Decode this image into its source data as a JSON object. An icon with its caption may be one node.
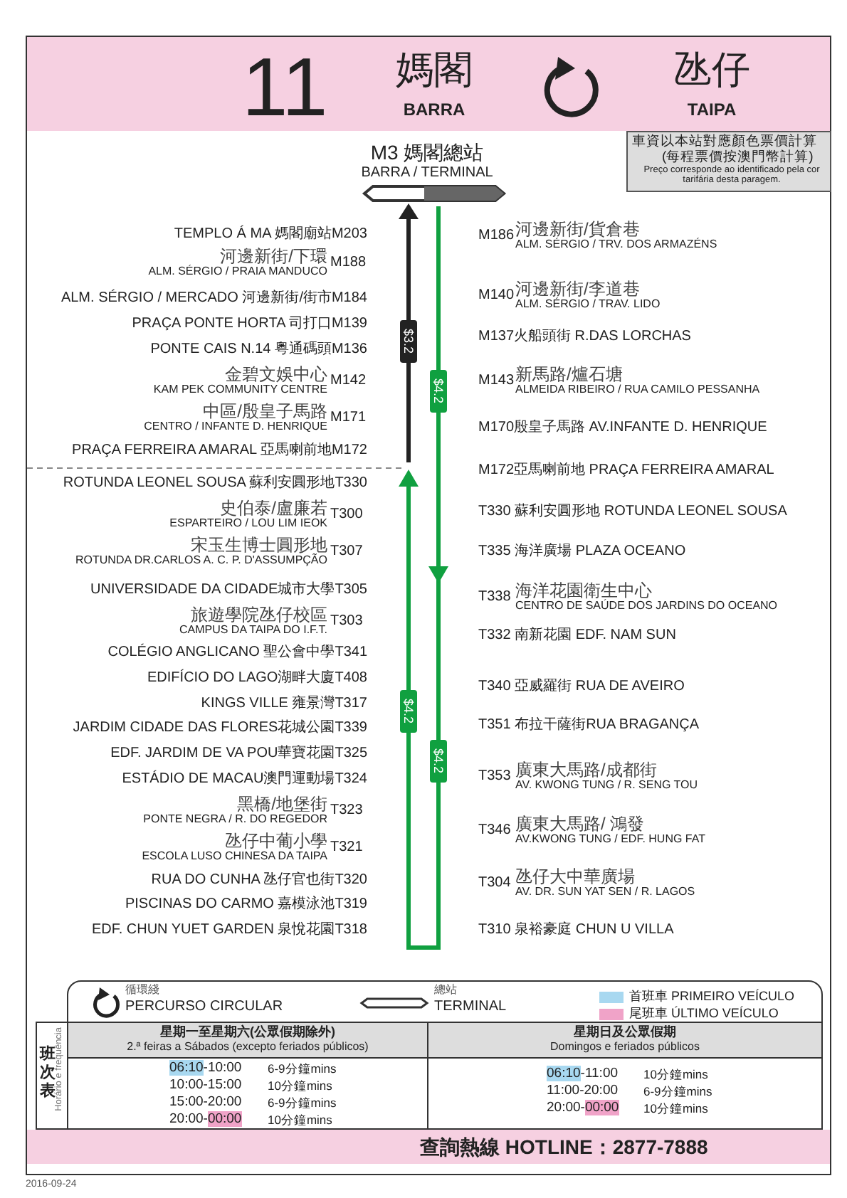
{
  "diagram": {
    "labels": [
      "11",
      "媽閣",
      "BARRA",
      "氹仔",
      "TAIPA",
      "M3 媽閣總站",
      "BARRA / TERMINAL",
      "車資以本站對應顏色票價計算",
      "(每程票價按澳門幣計算)",
      "Preço corresponde ao identificado pela cor tarifária desta paragem.",
      "TEMPLO Á MA 媽閣廟站M203",
      "河邊新街/下環",
      "ALM. SÉRGIO / PRAIA MANDUCO",
      "M188",
      "ALM. SÉRGIO / MERCADO 河邊新街/街市M184",
      "PRAÇA PONTE HORTA 司打口M139",
      "PONTE CAIS N.14 粵通碼頭M136",
      "金碧文娛中心",
      "KAM PEK COMMUNITY CENTRE",
      "M142",
      "中區/殷皇子馬路",
      "CENTRO / INFANTE D. HENRIQUE",
      "M171",
      "PRAÇA FERREIRA AMARAL 亞馬喇前地M172",
      "ROTUNDA LEONEL SOUSA 蘇利安圓形地T330",
      "史伯泰/盧廉若",
      "ESPARTEIRO / LOU LIM IEOK",
      "T300",
      "宋玉生博士圓形地",
      "ROTUNDA DR.CARLOS A. C. P. D'ASSUMPÇÃO",
      "T307",
      "UNIVERSIDADE DA CIDADE城市大學T305",
      "旅遊學院氹仔校區",
      "CAMPUS DA TAIPA DO I.F.T.",
      "T303",
      "COLÉGIO ANGLICANO 聖公會中學T341",
      "EDIFÍCIO DO LAGO湖畔大廈T408",
      "KINGS VILLE 雍景灣T317",
      "JARDIM CIDADE DAS FLORES花城公園T339",
      "EDF. JARDIM DE VA POU華寶花園T325",
      "ESTÁDIO DE MACAU澳門運動場T324",
      "黑橋/地堡街",
      "PONTE NEGRA / R. DO REGEDOR",
      "T323",
      "氹仔中葡小學",
      "ESCOLA LUSO CHINESA DA TAIPA",
      "T321",
      "RUA DO CUNHA 氹仔官也街T320",
      "PISCINAS DO CARMO 嘉模泳池T319",
      "EDF. CHUN YUET GARDEN 泉悅花園T318",
      "M186",
      "河邊新街/貨倉巷",
      "ALM. SÉRGIO / TRV. DOS ARMAZÉNS",
      "M140",
      "河邊新街/李道巷",
      "ALM. SÉRGIO / TRAV. LIDO",
      "M137火船頭街 R.DAS LORCHAS",
      "M143",
      "新馬路/爐石塘",
      "ALMEIDA RIBEIRO / RUA CAMILO PESSANHA",
      "M170殷皇子馬路 AV.INFANTE D. HENRIQUE",
      "M172亞馬喇前地 PRAÇA FERREIRA AMARAL",
      "T330 蘇利安圓形地 ROTUNDA LEONEL SOUSA",
      "T335 海洋廣場 PLAZA OCEANO",
      "T338",
      "海洋花園衛生中心",
      "CENTRO DE SAÚDE DOS JARDINS DO OCEANO",
      "T332 南新花園 EDF. NAM SUN",
      "T340 亞威羅街 RUA DE AVEIRO",
      "T351 布拉干薩街RUA BRAGANÇA",
      "T353",
      "廣東大馬路/成都街",
      "AV. KWONG TUNG / R. SENG TOU",
      "T346",
      "廣東大馬路/ 鴻發",
      "AV.KWONG TUNG / EDF. HUNG FAT",
      "T304",
      "氹仔大中華廣場",
      "AV. DR. SUN YAT SEN / R. LAGOS",
      "T310 泉裕豪庭 CHUN U VILLA",
      "$3.2",
      "$4.2",
      "$4.2",
      "$4.2",
      "循環綫",
      "PERCURSO CIRCULAR",
      "總站",
      "TERMINAL",
      "班次表",
      "Horário e frequência",
      "星期一至星期六(公眾假期除外)",
      "2.ª feiras a Sábados (excepto feriados públicos)",
      "星期日及公眾假期",
      "Domingos e feriados públicos",
      "06:10-10:00",
      "6-9分鐘mins",
      "10:00-15:00",
      "10分鐘mins",
      "15:00-20:00",
      "6-9分鐘mins",
      "20:00-00:00",
      "10分鐘mins",
      "06:10-11:00",
      "10分鐘mins",
      "11:00-20:00",
      "6-9分鐘mins",
      "20:00-00:00",
      "10分鐘mins",
      "查詢熱線 HOTLINE：2877-7888",
      "2016-09-24"
    ],
    "legend": [
      {
        "text": "首班車 PRIMEIRO VEÍCULO",
        "color": "#a8d8f0"
      },
      {
        "text": "尾班車 ÚLTIMO VEÍCULO",
        "color": "#f0a3c8"
      }
    ]
  }
}
